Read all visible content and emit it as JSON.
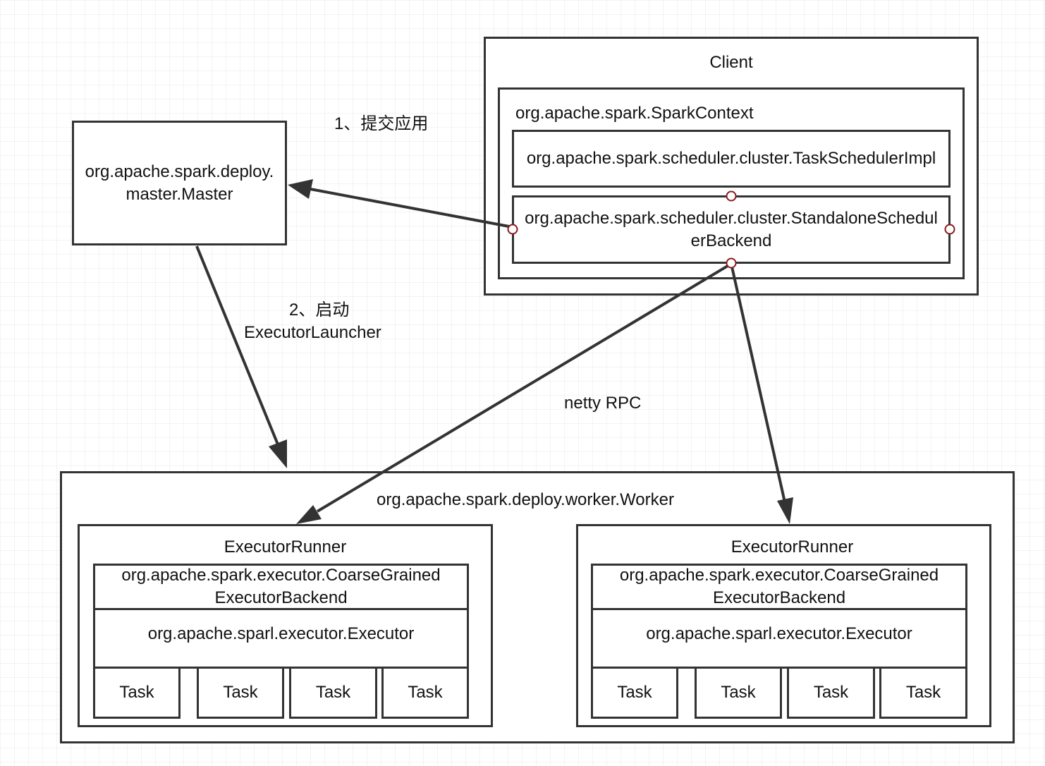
{
  "client": {
    "title": "Client",
    "spark_context": "org.apache.spark.SparkContext",
    "task_scheduler": "org.apache.spark.scheduler.cluster.TaskSchedulerImpl",
    "backend": "org.apache.spark.scheduler.cluster.StandaloneSchedulerBackend"
  },
  "master": {
    "label": "org.apache.spark.deploy.master.Master"
  },
  "edges": {
    "submit": "1、提交应用",
    "launch_line1": "2、启动",
    "launch_line2": "ExecutorLauncher",
    "rpc": "netty RPC"
  },
  "worker": {
    "title": "org.apache.spark.deploy.worker.Worker",
    "runners": [
      {
        "title": "ExecutorRunner",
        "backend": "org.apache.spark.executor.CoarseGrainedExecutorBackend",
        "executor": "org.apache.sparl.executor.Executor",
        "tasks": [
          "Task",
          "Task",
          "Task",
          "Task"
        ]
      },
      {
        "title": "ExecutorRunner",
        "backend": "org.apache.spark.executor.CoarseGrainedExecutorBackend",
        "executor": "org.apache.sparl.executor.Executor",
        "tasks": [
          "Task",
          "Task",
          "Task",
          "Task"
        ]
      }
    ]
  }
}
